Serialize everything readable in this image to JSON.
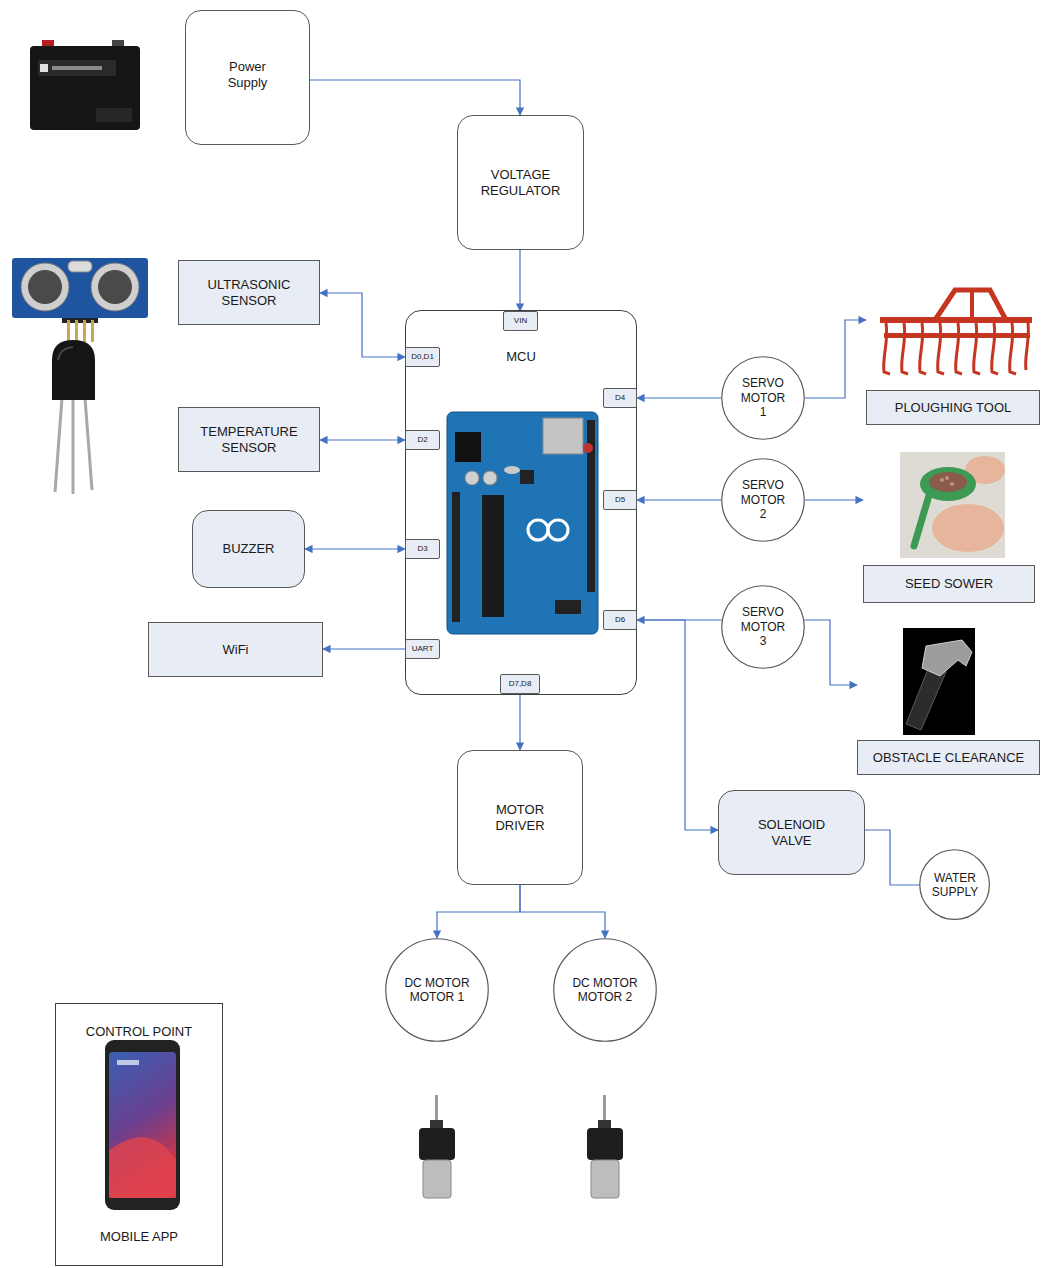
{
  "diagram": {
    "nodes": [
      {
        "text": [
          "Power Supply"
        ]
      },
      {
        "text": [
          "VOLTAGE REGULATOR"
        ]
      },
      {
        "text": [
          "ULTRASONIC SENSOR"
        ]
      },
      {
        "text": [
          "MCU"
        ]
      },
      {
        "text": [
          "VIN"
        ],
        "in": 3
      },
      {
        "text": [
          "D0,D1"
        ],
        "in": 3
      },
      {
        "text": [
          "D4"
        ],
        "in": 3
      },
      {
        "text": [
          "D2"
        ],
        "in": 3
      },
      {
        "text": [
          "D5"
        ],
        "in": 3
      },
      {
        "text": [
          "D3"
        ],
        "in": 3
      },
      {
        "text": [
          "D6"
        ],
        "in": 3
      },
      {
        "text": [
          "UART"
        ],
        "in": 3
      },
      {
        "text": [
          "D7,D8"
        ],
        "in": 3
      },
      {
        "text": [
          "TEMPERATURE SENSOR"
        ]
      },
      {
        "text": [
          "BUZZER"
        ]
      },
      {
        "text": [
          "WiFi"
        ]
      },
      {
        "text": [
          "SERVO MOTOR 1"
        ]
      },
      {
        "text": [
          "PLOUGHING TOOL"
        ]
      },
      {
        "text": [
          "SERVO MOTOR 2"
        ]
      },
      {
        "text": [
          "SEED SOWER"
        ]
      },
      {
        "text": [
          "SERVO MOTOR 3"
        ]
      },
      {
        "text": [
          "OBSTACLE CLEARANCE"
        ]
      },
      {
        "text": [
          "MOTOR DRIVER"
        ]
      },
      {
        "text": [
          "SOLENOID VALVE"
        ]
      },
      {
        "text": [
          "WATER SUPPLY"
        ]
      },
      {
        "text": [
          "DC MOTOR MOTOR 1"
        ]
      },
      {
        "text": [
          "DC MOTOR MOTOR 2"
        ]
      },
      {
        "text": [
          "CONTROL POINT",
          "MOBILE APP"
        ]
      }
    ],
    "edges": [
      {
        "from": 0,
        "to": 1,
        "arrow": "to"
      },
      {
        "from": 1,
        "to": 4,
        "arrow": "to"
      },
      {
        "from": 5,
        "to": 2,
        "arrow": "both"
      },
      {
        "from": 7,
        "to": 13,
        "arrow": "both"
      },
      {
        "from": 9,
        "to": 14,
        "arrow": "both"
      },
      {
        "from": 11,
        "to": 15,
        "arrow": "to"
      },
      {
        "from": 16,
        "to": 6,
        "arrow": "to"
      },
      {
        "from": 18,
        "to": 8,
        "arrow": "to"
      },
      {
        "from": 20,
        "to": 10,
        "arrow": "to"
      },
      {
        "from": 10,
        "to": 23,
        "arrow": "to"
      },
      {
        "from": 16,
        "to": 17,
        "arrow": "to"
      },
      {
        "from": 18,
        "to": 19,
        "arrow": "to"
      },
      {
        "from": 20,
        "to": 21,
        "arrow": "to"
      },
      {
        "from": 22,
        "to": 25,
        "arrow": "to"
      },
      {
        "from": 22,
        "to": 26,
        "arrow": "to"
      },
      {
        "from": 23,
        "to": 24,
        "arrow": "none"
      },
      {
        "from": 12,
        "to": 22,
        "arrow": "to"
      }
    ]
  }
}
